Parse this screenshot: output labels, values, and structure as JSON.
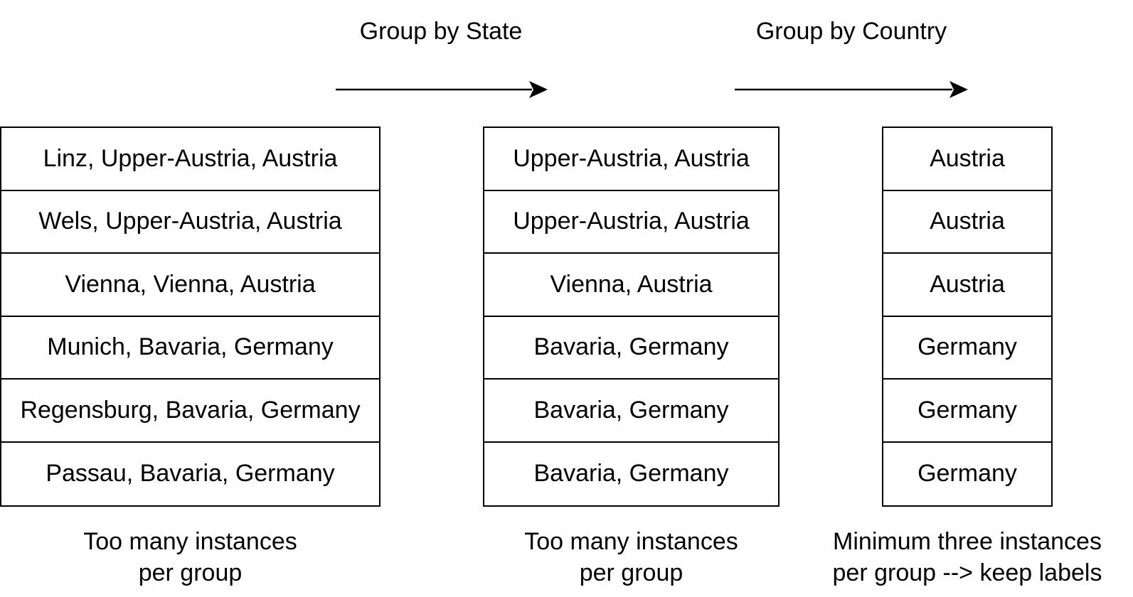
{
  "steps": [
    {
      "label": "Group by State"
    },
    {
      "label": "Group by Country"
    }
  ],
  "columns": [
    {
      "rows": [
        "Linz, Upper-Austria, Austria",
        "Wels, Upper-Austria, Austria",
        "Vienna, Vienna, Austria",
        "Munich, Bavaria, Germany",
        "Regensburg, Bavaria, Germany",
        "Passau, Bavaria, Germany"
      ],
      "caption": [
        "Too many instances",
        "per group"
      ]
    },
    {
      "rows": [
        "Upper-Austria, Austria",
        "Upper-Austria, Austria",
        "Vienna, Austria",
        "Bavaria, Germany",
        "Bavaria, Germany",
        "Bavaria, Germany"
      ],
      "caption": [
        "Too many instances",
        "per group"
      ]
    },
    {
      "rows": [
        "Austria",
        "Austria",
        "Austria",
        "Germany",
        "Germany",
        "Germany"
      ],
      "caption": [
        "Minimum three instances",
        "per group --> keep labels"
      ]
    }
  ],
  "colors": {
    "line": "#000000",
    "background": "#ffffff"
  }
}
